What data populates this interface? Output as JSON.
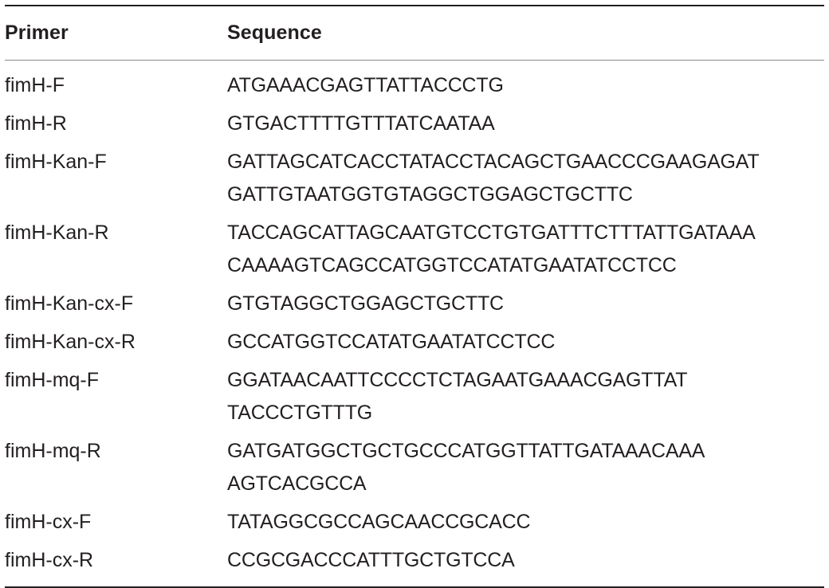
{
  "table": {
    "headers": {
      "primer": "Primer",
      "sequence": "Sequence"
    },
    "rows": [
      {
        "primer": "fimH-F",
        "sequence": [
          "ATGAAACGAGTTATTACCCTG"
        ]
      },
      {
        "primer": "fimH-R",
        "sequence": [
          "GTGACTTTTGTTTATCAATAA"
        ]
      },
      {
        "primer": "fimH-Kan-F",
        "sequence": [
          "GATTAGCATCACCTATACCTACAGCTGAACCCGAAGAGAT",
          "GATTGTAATGGTGTAGGCTGGAGCTGCTTC"
        ]
      },
      {
        "primer": "fimH-Kan-R",
        "sequence": [
          "TACCAGCATTAGCAATGTCCTGTGATTTCTTTATTGATAAA",
          "CAAAAGTCAGCCATGGTCCATATGAATATCCTCC"
        ]
      },
      {
        "primer": "fimH-Kan-cx-F",
        "sequence": [
          "GTGTAGGCTGGAGCTGCTTC"
        ]
      },
      {
        "primer": "fimH-Kan-cx-R",
        "sequence": [
          "GCCATGGTCCATATGAATATCCTCC"
        ]
      },
      {
        "primer": "fimH-mq-F",
        "sequence": [
          "GGATAACAATTCCCCTCTAGAATGAAACGAGTTAT",
          "TACCCTGTTTG"
        ]
      },
      {
        "primer": "fimH-mq-R",
        "sequence": [
          "GATGATGGCTGCTGCCCATGGTTATTGATAAACAAA",
          "AGTCACGCCA"
        ]
      },
      {
        "primer": "fimH-cx-F",
        "sequence": [
          "TATAGGCGCCAGCAACCGCACC"
        ]
      },
      {
        "primer": "fimH-cx-R",
        "sequence": [
          "CCGCGACCCATTTGCTGTCCA"
        ]
      }
    ]
  }
}
